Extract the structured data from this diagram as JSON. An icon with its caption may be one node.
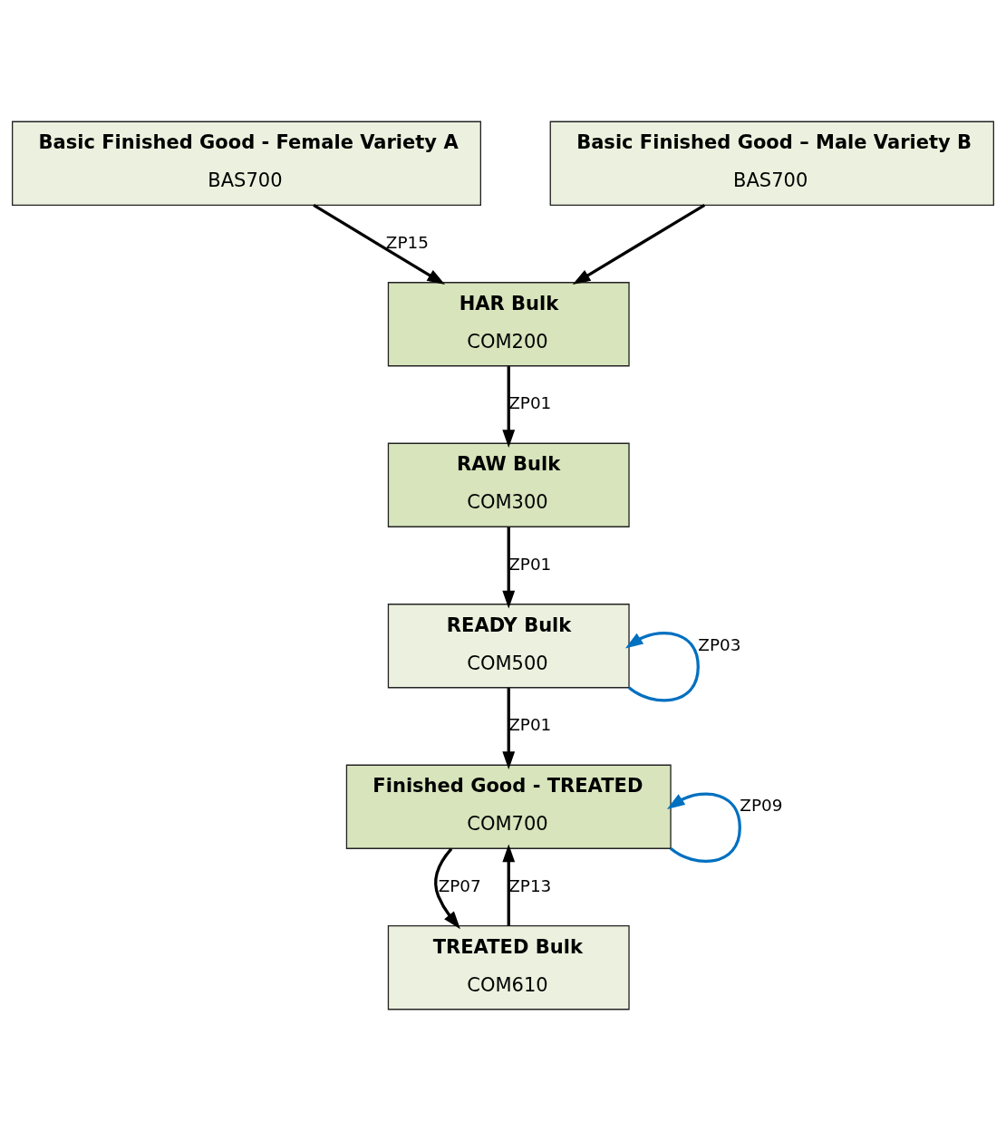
{
  "diagram": {
    "nodes": [
      {
        "text": [
          "Basic Finished Good - Female Variety A",
          "BAS700"
        ]
      },
      {
        "text": [
          "Basic Finished Good – Male Variety B",
          "BAS700"
        ]
      },
      {
        "text": [
          "HAR Bulk",
          "COM200"
        ]
      },
      {
        "text": [
          "RAW Bulk",
          "COM300"
        ]
      },
      {
        "text": [
          "READY Bulk",
          "COM500"
        ]
      },
      {
        "text": [
          "TREATED Bulk",
          "COM610"
        ]
      },
      {
        "text": [
          "Finished Good - TREATED",
          "COM700"
        ]
      }
    ],
    "edges": [
      {
        "from": 0,
        "to": 2,
        "arrow": "to",
        "label": "ZP15"
      },
      {
        "from": 1,
        "to": 2,
        "arrow": "to"
      },
      {
        "from": 2,
        "to": 3,
        "arrow": "to",
        "label": "ZP01"
      },
      {
        "from": 3,
        "to": 4,
        "arrow": "to",
        "label": "ZP01"
      },
      {
        "from": 4,
        "to": 4,
        "arrow": "to",
        "label": "ZP03",
        "color": "#0070c0"
      },
      {
        "from": 4,
        "to": 6,
        "arrow": "to",
        "label": "ZP01"
      },
      {
        "from": 6,
        "to": 5,
        "arrow": "to",
        "label": "ZP07"
      },
      {
        "from": 5,
        "to": 6,
        "arrow": "to",
        "label": "ZP13"
      },
      {
        "from": 6,
        "to": 6,
        "arrow": "to",
        "label": "ZP09",
        "color": "#0070c0"
      }
    ]
  }
}
